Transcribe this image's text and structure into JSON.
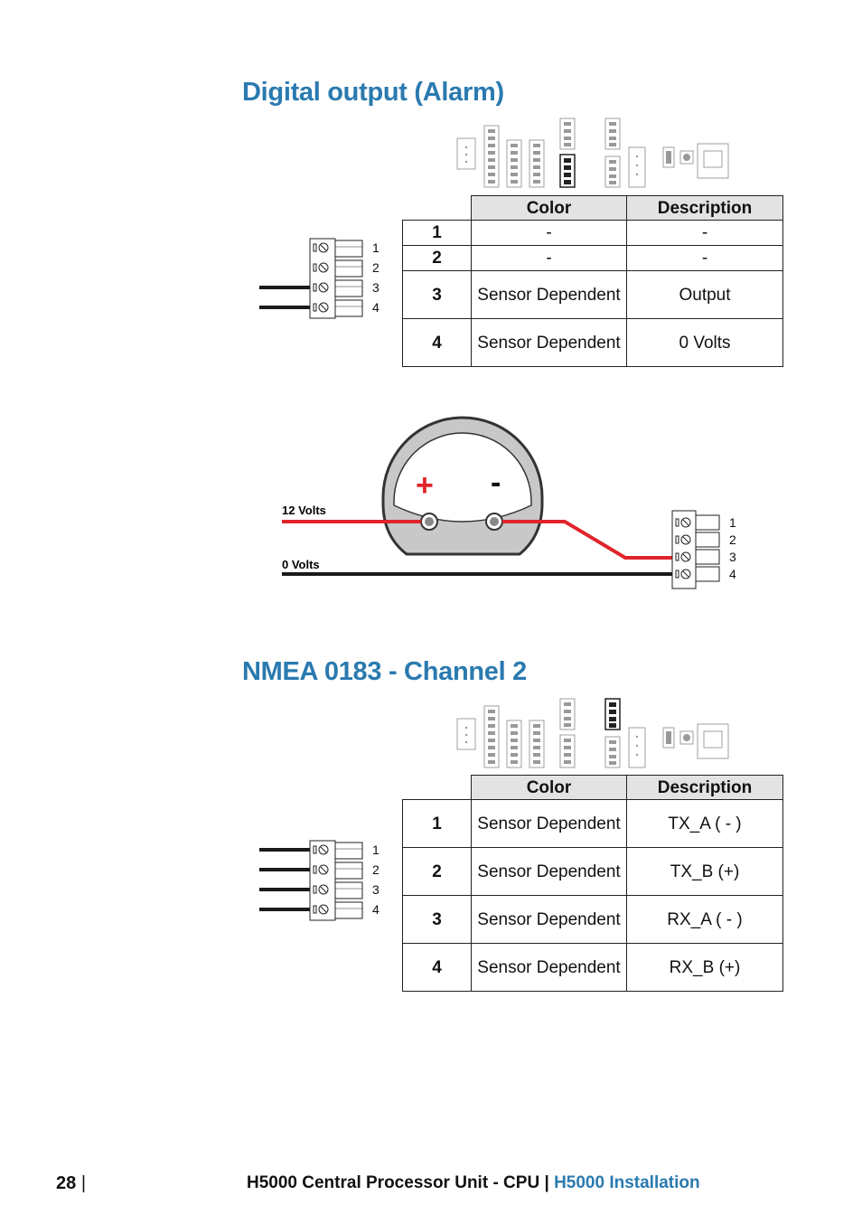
{
  "section1": {
    "title": "Digital output (Alarm)",
    "table": {
      "headers": [
        "Color",
        "Description"
      ],
      "rows": [
        {
          "num": "1",
          "color": "-",
          "description": "-"
        },
        {
          "num": "2",
          "color": "-",
          "description": "-"
        },
        {
          "num": "3",
          "color": "Sensor Dependent",
          "description": "Output"
        },
        {
          "num": "4",
          "color": "Sensor Dependent",
          "description": "0 Volts"
        }
      ]
    },
    "connector_pins": [
      "1",
      "2",
      "3",
      "4"
    ],
    "wiring": {
      "plus_label": "+",
      "minus_label": "-",
      "voltage_high": "12 Volts",
      "voltage_low": "0 Volts",
      "wire_red": "#e0242b",
      "wire_black": "#1a1a1a",
      "pins": [
        "1",
        "2",
        "3",
        "4"
      ]
    }
  },
  "section2": {
    "title": "NMEA 0183 - Channel 2",
    "table": {
      "headers": [
        "Color",
        "Description"
      ],
      "rows": [
        {
          "num": "1",
          "color": "Sensor Dependent",
          "description": "TX_A ( - )"
        },
        {
          "num": "2",
          "color": "Sensor Dependent",
          "description": "TX_B (+)"
        },
        {
          "num": "3",
          "color": "Sensor Dependent",
          "description": "RX_A ( - )"
        },
        {
          "num": "4",
          "color": "Sensor Dependent",
          "description": "RX_B (+)"
        }
      ]
    },
    "connector_pins": [
      "1",
      "2",
      "3",
      "4"
    ]
  },
  "footer": {
    "page_number": "28",
    "separator": "|",
    "doc_title": "H5000 Central Processor Unit - CPU",
    "section": "H5000 Installation",
    "accent": "#2a7ab0"
  }
}
